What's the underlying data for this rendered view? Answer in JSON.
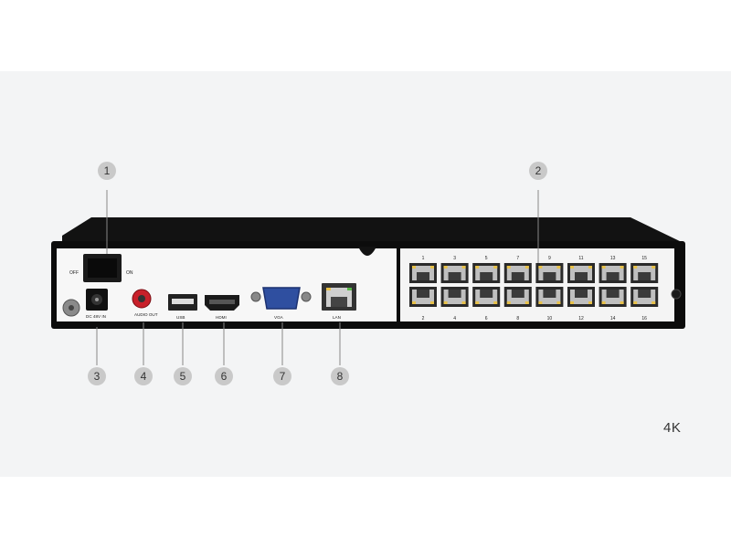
{
  "badge": "4K",
  "callouts": [
    "1",
    "2",
    "3",
    "4",
    "5",
    "6",
    "7",
    "8"
  ],
  "panel_labels": {
    "off": "OFF",
    "on": "ON",
    "dc": "DC 48V IN",
    "audio": "AUDIO OUT",
    "usb": "USB",
    "hdmi": "HDMI",
    "vga": "VGA",
    "lan": "LAN"
  },
  "port_numbers_top": [
    "1",
    "3",
    "5",
    "7",
    "9",
    "11",
    "13",
    "15"
  ],
  "port_numbers_bottom": [
    "2",
    "4",
    "6",
    "8",
    "10",
    "12",
    "14",
    "16"
  ],
  "colors": {
    "chassis": "#0e0e0e",
    "panel": "#f7f7f7",
    "callout": "#c9c9c9",
    "vga_connector": "#2f4fa0",
    "audio_jack": "#c8202a"
  }
}
